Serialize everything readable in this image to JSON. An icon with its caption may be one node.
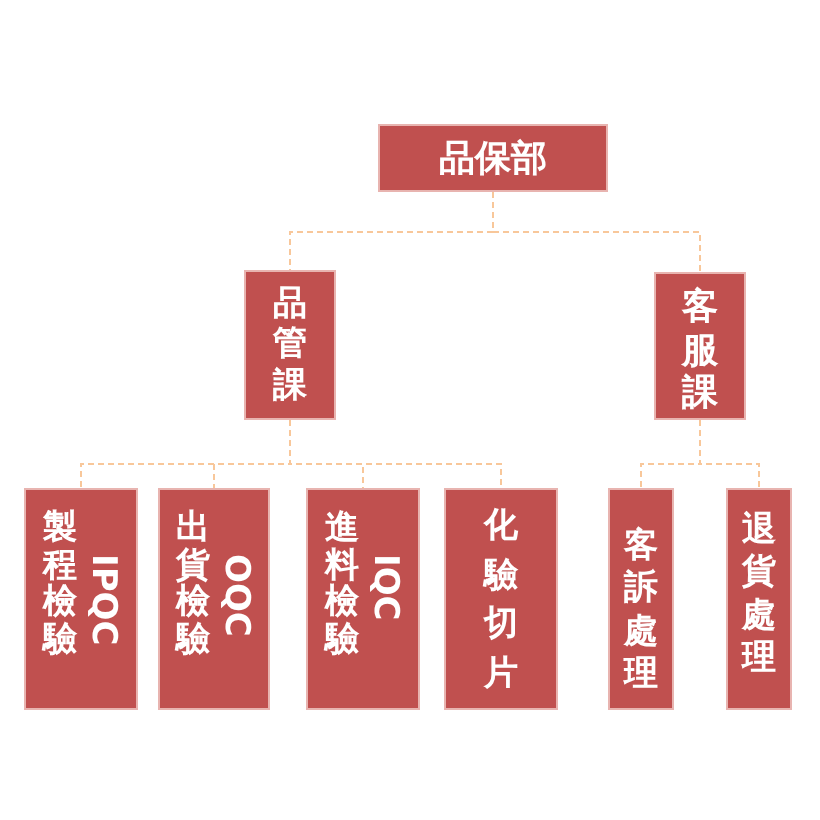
{
  "diagram": {
    "nodes": [
      {
        "text": [
          "品保部"
        ]
      },
      {
        "text": [
          "品管課"
        ]
      },
      {
        "text": [
          "客服課"
        ]
      },
      {
        "text": [
          "IPQC",
          "製程檢驗"
        ]
      },
      {
        "text": [
          "OQC",
          "出貨檢驗"
        ]
      },
      {
        "text": [
          "IQC",
          "進料檢驗"
        ]
      },
      {
        "text": [
          "化驗切片"
        ]
      },
      {
        "text": [
          "客訴處理"
        ]
      },
      {
        "text": [
          "退貨處理"
        ]
      }
    ],
    "edges": [
      {
        "from": 0,
        "to": 1,
        "arrow": "none",
        "style": "dashed"
      },
      {
        "from": 0,
        "to": 2,
        "arrow": "none",
        "style": "dashed"
      },
      {
        "from": 1,
        "to": 3,
        "arrow": "none",
        "style": "dashed"
      },
      {
        "from": 1,
        "to": 4,
        "arrow": "none",
        "style": "dashed"
      },
      {
        "from": 1,
        "to": 5,
        "arrow": "none",
        "style": "dashed"
      },
      {
        "from": 1,
        "to": 6,
        "arrow": "none",
        "style": "dashed"
      },
      {
        "from": 2,
        "to": 7,
        "arrow": "none",
        "style": "dashed"
      },
      {
        "from": 2,
        "to": 8,
        "arrow": "none",
        "style": "dashed"
      }
    ]
  }
}
